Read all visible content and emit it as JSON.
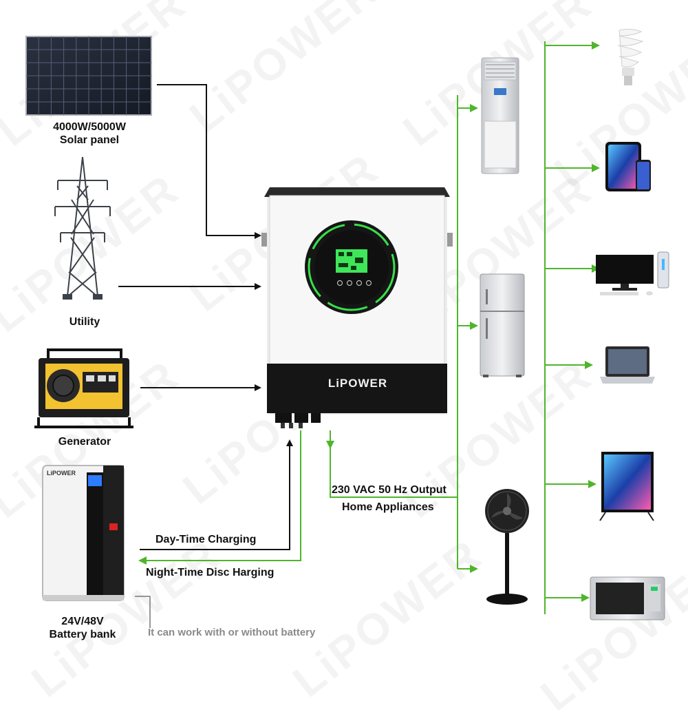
{
  "watermark": "LiPOWER",
  "brand": "LiPOWER",
  "battery_brand": "LiPOWER",
  "sources": {
    "solar": {
      "line1": "4000W/5000W",
      "line2": "Solar panel"
    },
    "utility": {
      "label": "Utility"
    },
    "generator": {
      "label": "Generator"
    },
    "battery": {
      "line1": "24V/48V",
      "line2": "Battery bank"
    }
  },
  "flows": {
    "day_charging": "Day-Time Charging",
    "night_discharging": "Night-Time Disc Harging",
    "output_line1": "230 VAC 50 Hz Output",
    "output_line2": "Home Appliances"
  },
  "battery_note": "It can work with or without battery",
  "colors": {
    "input_line": "#111111",
    "output_line": "#4fb52b",
    "note_text": "#8a8a8a",
    "display_green": "#39e04a"
  },
  "appliances_left": [
    "air-conditioner-icon",
    "refrigerator-icon",
    "stand-fan-icon"
  ],
  "appliances_right": [
    "light-bulb-icon",
    "tablet-phone-icon",
    "desktop-computer-icon",
    "laptop-icon",
    "television-icon",
    "microwave-icon"
  ]
}
